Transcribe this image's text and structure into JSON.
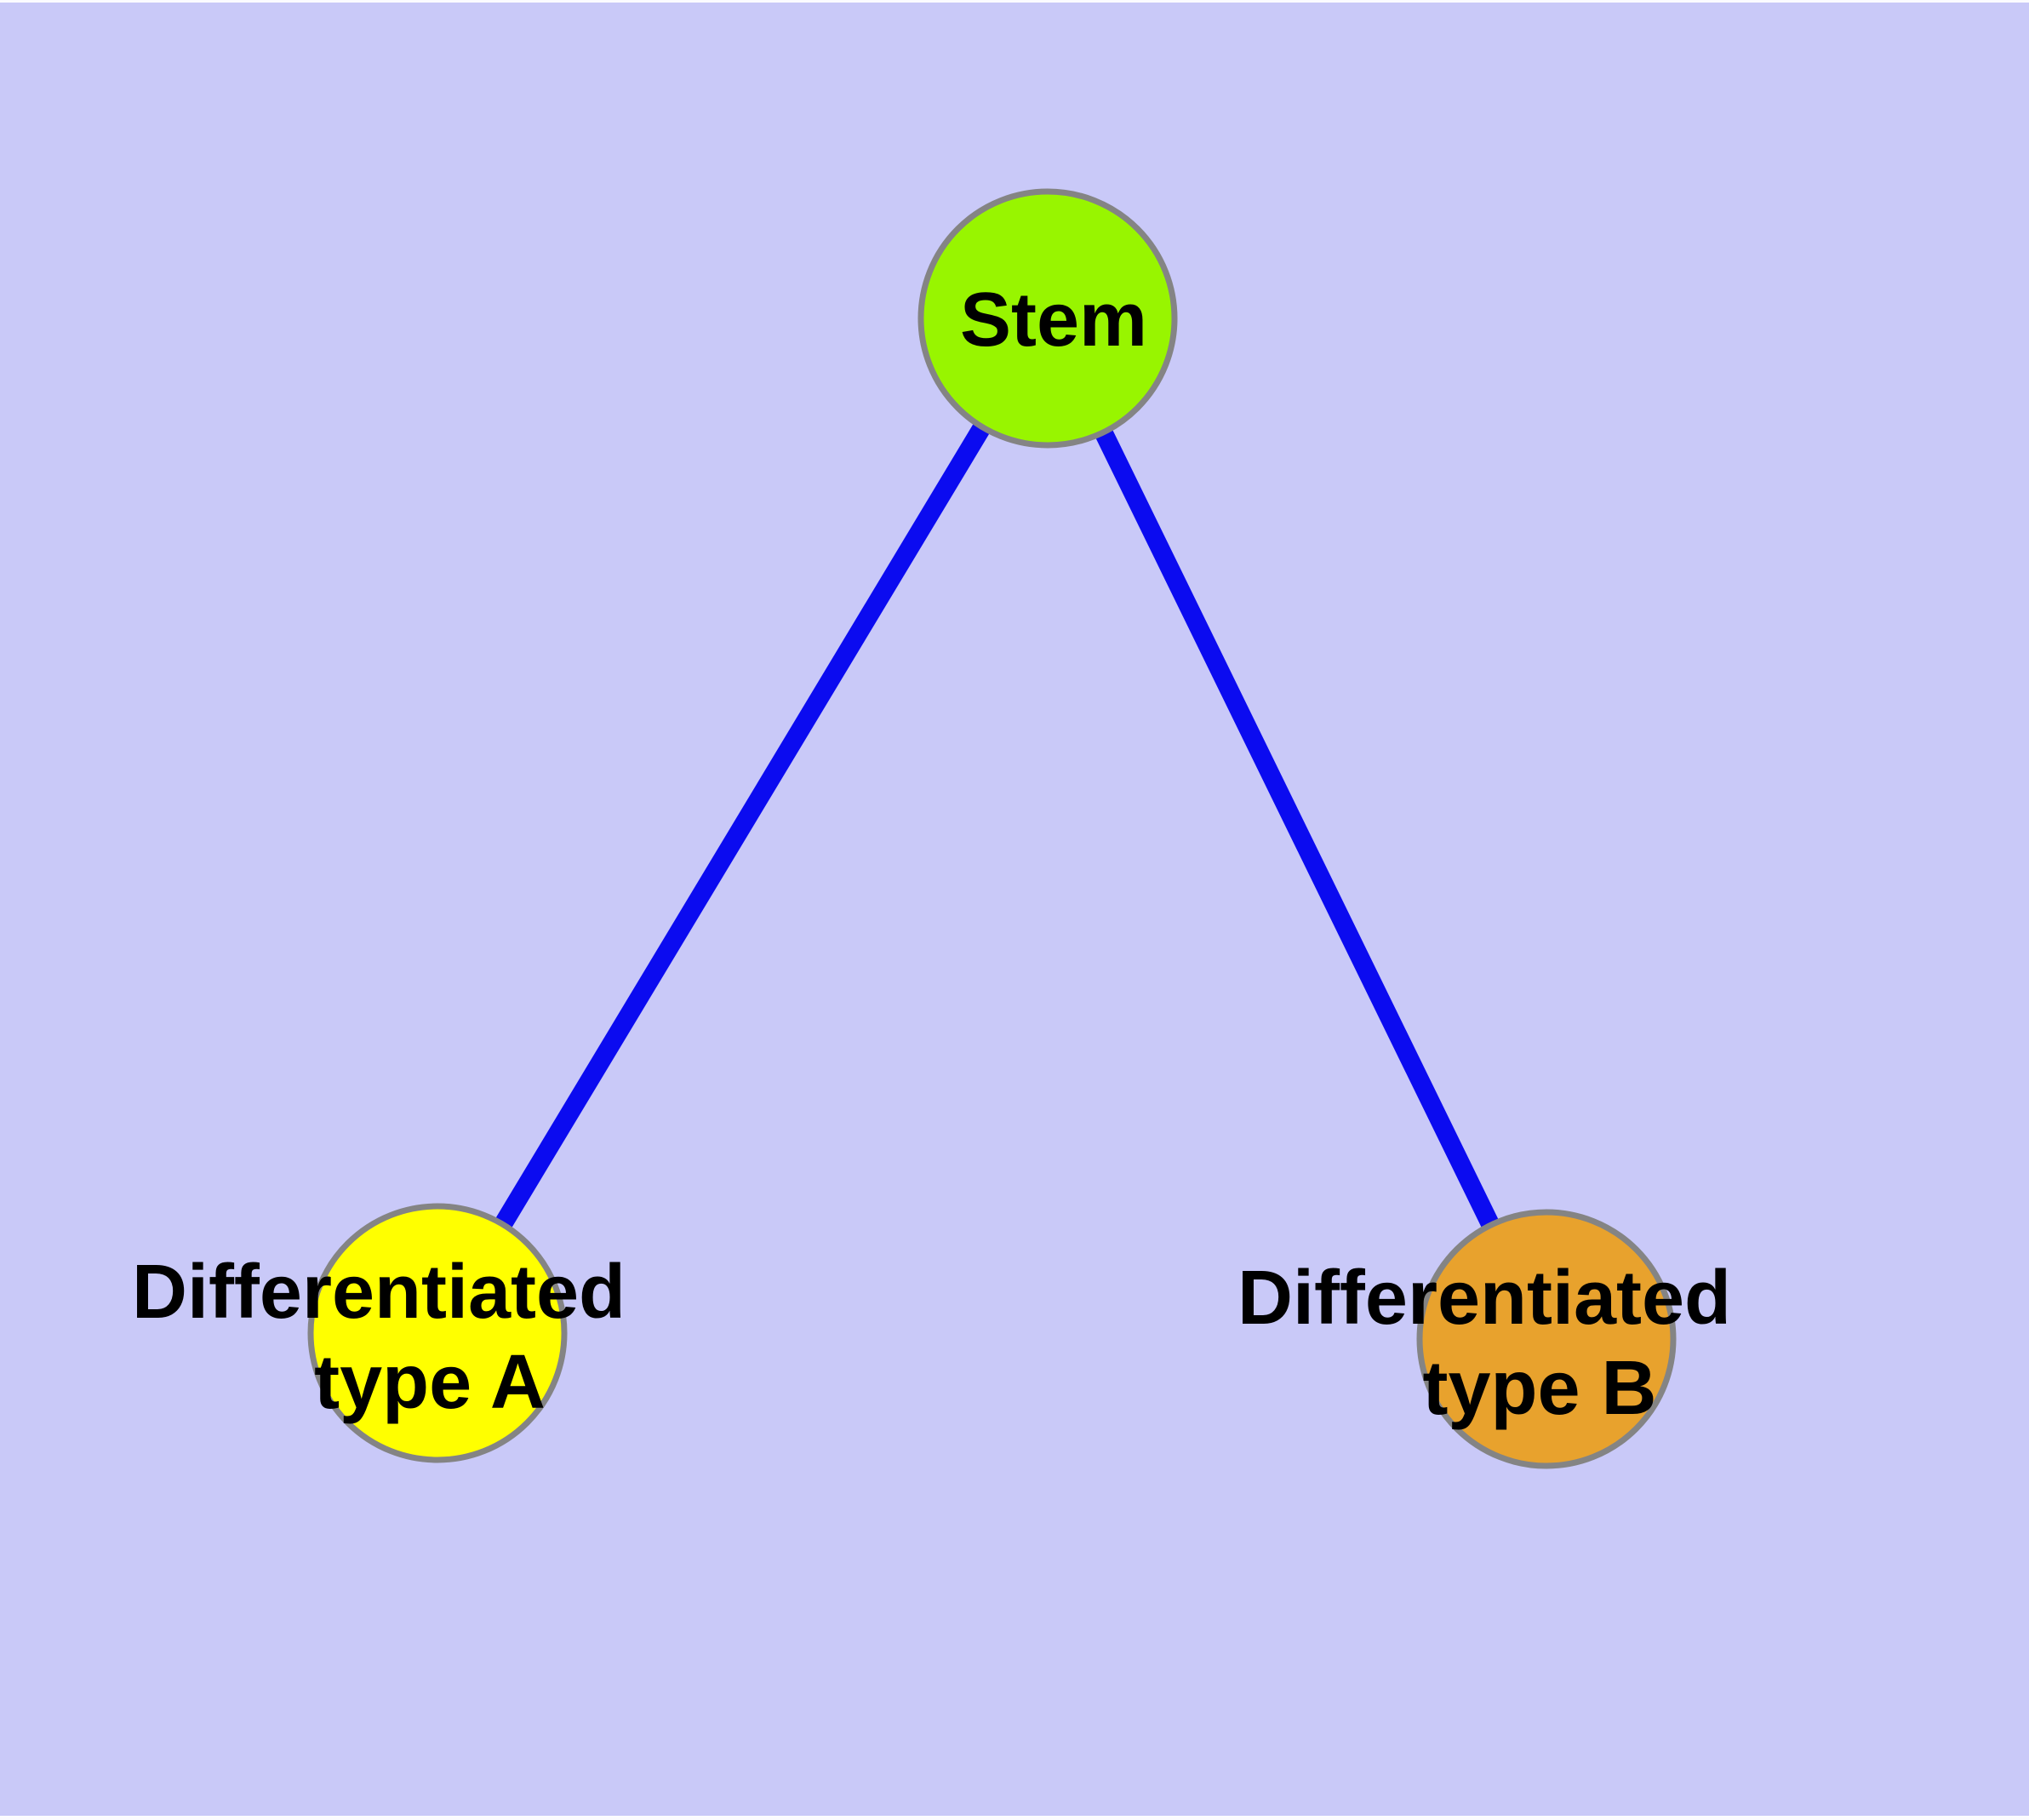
{
  "canvas": {
    "background_color": "#C9C9F8",
    "edge_strip_color": "#FBFBFF"
  },
  "graph": {
    "type": "node-link-diagram",
    "edge_color": "#0B0BF0",
    "node_border_color": "#848484",
    "label_color": "#000000",
    "nodes": [
      {
        "id": "stem",
        "label": "Stem",
        "fill": "#98F500"
      },
      {
        "id": "differentiated-type-a",
        "label_line1": "Differentiated",
        "label_line2": "type A",
        "fill": "#FFFF00"
      },
      {
        "id": "differentiated-type-b",
        "label_line1": "Differentiated",
        "label_line2": "type B",
        "fill": "#E8A22D"
      }
    ],
    "edges": [
      {
        "from": "Stem",
        "to": "Differentiated type A"
      },
      {
        "from": "Stem",
        "to": "Differentiated type B"
      }
    ]
  }
}
